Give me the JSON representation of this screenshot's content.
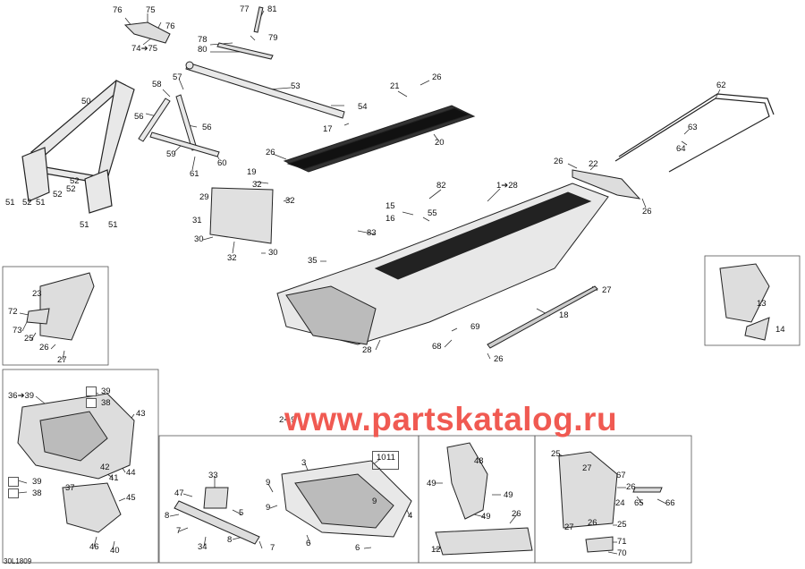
{
  "watermark": "www.partskatalog.ru",
  "doc_id": "30L1809",
  "colors": {
    "line": "#333333",
    "part_fill": "#e8e8e8",
    "part_dark": "#222222",
    "watermark": "#f05a52",
    "box_border": "#555555"
  },
  "callouts": {
    "c76a": "76",
    "c75": "75",
    "c76b": "76",
    "c74": "74➔75",
    "c77": "77",
    "c81": "81",
    "c78": "78",
    "c79": "79",
    "c80": "80",
    "c58": "58",
    "c57": "57",
    "c50": "50",
    "c53": "53",
    "c56a": "56",
    "c56b": "56",
    "c54": "54",
    "c17": "17",
    "c21": "21",
    "c26a": "26",
    "c20": "20",
    "c26b": "26",
    "c59": "59",
    "c60": "60",
    "c61": "61",
    "c19": "19",
    "c32a": "32",
    "c29": "29",
    "c32b": "32",
    "c62": "62",
    "c63": "63",
    "c64": "64",
    "c26c": "26",
    "c22": "22",
    "c26d": "26",
    "c52a": "52",
    "c52b": "52",
    "c52c": "52",
    "c51a": "51",
    "c51b": "51",
    "c51c": "51",
    "c51d": "51",
    "c52d": "52",
    "c1": "1➔28",
    "c82": "82",
    "c15": "15",
    "c16": "16",
    "c55": "55",
    "c31": "31",
    "c30a": "30",
    "c32c": "32",
    "c30b": "30",
    "c83": "83",
    "c35": "35",
    "c27a": "27",
    "c18": "18",
    "c69": "69",
    "c68": "68",
    "c28": "28",
    "c26e": "26",
    "c23": "23",
    "c72": "72",
    "c73": "73",
    "c25a": "25",
    "c26f": "26",
    "c27b": "27",
    "c13": "13",
    "c14": "14",
    "c36": "36➔39",
    "c39a": "39",
    "c38a": "38",
    "c43": "43",
    "c42": "42",
    "c41": "41",
    "c44": "44",
    "c39b": "39",
    "c38b": "38",
    "c37": "37",
    "c45": "45",
    "c46": "46",
    "c40": "40",
    "c2": "2➔9",
    "c33": "33",
    "c47": "47",
    "c5": "5",
    "c8a": "8",
    "c7a": "7",
    "c34": "34",
    "c8b": "8",
    "c7b": "7",
    "c9a": "9",
    "c3": "3",
    "c10": "10",
    "c11": "11",
    "c9b": "9",
    "c4": "4",
    "c6a": "6",
    "c6b": "6",
    "c48": "48",
    "c49a": "49",
    "c49b": "49",
    "c49c": "49",
    "c26g": "26",
    "c12": "12",
    "c25b": "25",
    "c27c": "27",
    "c67": "67",
    "c26h": "26",
    "c24": "24",
    "c65": "65",
    "c66": "66",
    "c27d": "27",
    "c26i": "26",
    "c25c": "25",
    "c71": "71",
    "c70": "70"
  }
}
